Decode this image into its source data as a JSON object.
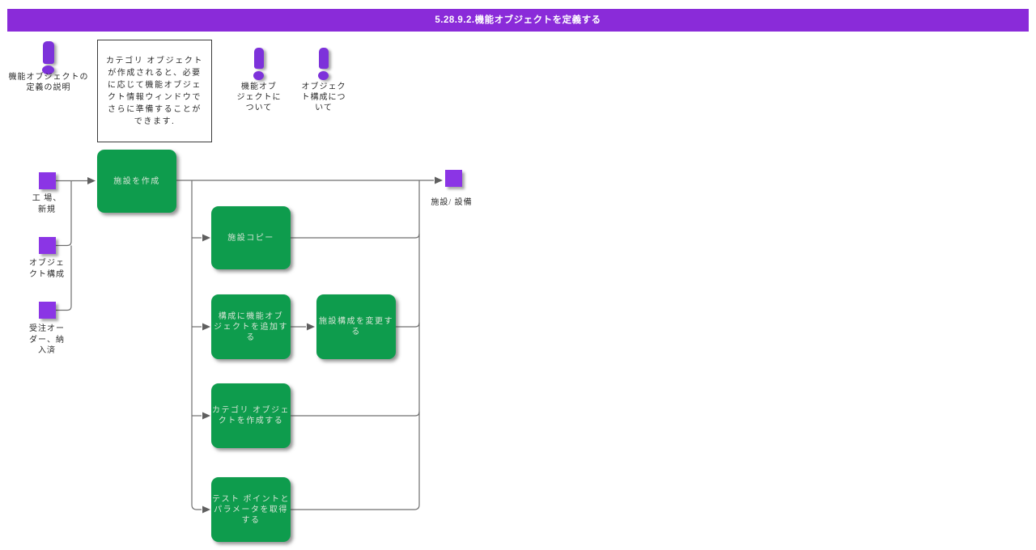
{
  "title_bar": {
    "text": "5.28.9.2.機能オブジェクトを定義する"
  },
  "colors": {
    "header_bg": "#8a2bd9",
    "accent_purple": "#8b35e5",
    "node_green": "#0e9c4d",
    "line_gray": "#6f6f6f"
  },
  "notes": {
    "definition_description": {
      "lines": [
        "機能オブジェクトの",
        "定義の説明"
      ]
    },
    "about_functional_object": {
      "lines": [
        "機能オブ",
        "ジェクトに",
        "ついて"
      ]
    },
    "about_object_structure": {
      "lines": [
        "オブジェク",
        "ト構成につ",
        "いて"
      ]
    }
  },
  "info_box": {
    "lines": [
      "カテゴリ オブジェクト",
      "が作成されると、必要",
      "に応じて機能オブジェ",
      "クト情報ウィンドウで",
      "さらに準備することが",
      "できます."
    ]
  },
  "inputs": [
    {
      "lines": [
        "工 場、",
        "新規"
      ]
    },
    {
      "lines": [
        "オブジェ",
        "クト構成"
      ]
    },
    {
      "lines": [
        "受注オー",
        "ダー、納",
        "入済"
      ]
    }
  ],
  "output": {
    "label": "施設/ 設備"
  },
  "process": {
    "create_facility": {
      "lines": [
        "施設を作成"
      ]
    },
    "copy_facility": {
      "lines": [
        "施設コピー"
      ]
    },
    "add_functional_object": {
      "lines": [
        "構成に機能オブ",
        "ジェクトを追加す",
        "る"
      ]
    },
    "change_facility_structure": {
      "lines": [
        "施設構成を変更す",
        "る"
      ]
    },
    "create_category_object": {
      "lines": [
        "カテゴリ オブジェ",
        "クトを作成する"
      ]
    },
    "get_test_points": {
      "lines": [
        "テスト ポイントと",
        "パラメータを取得",
        "する"
      ]
    }
  }
}
